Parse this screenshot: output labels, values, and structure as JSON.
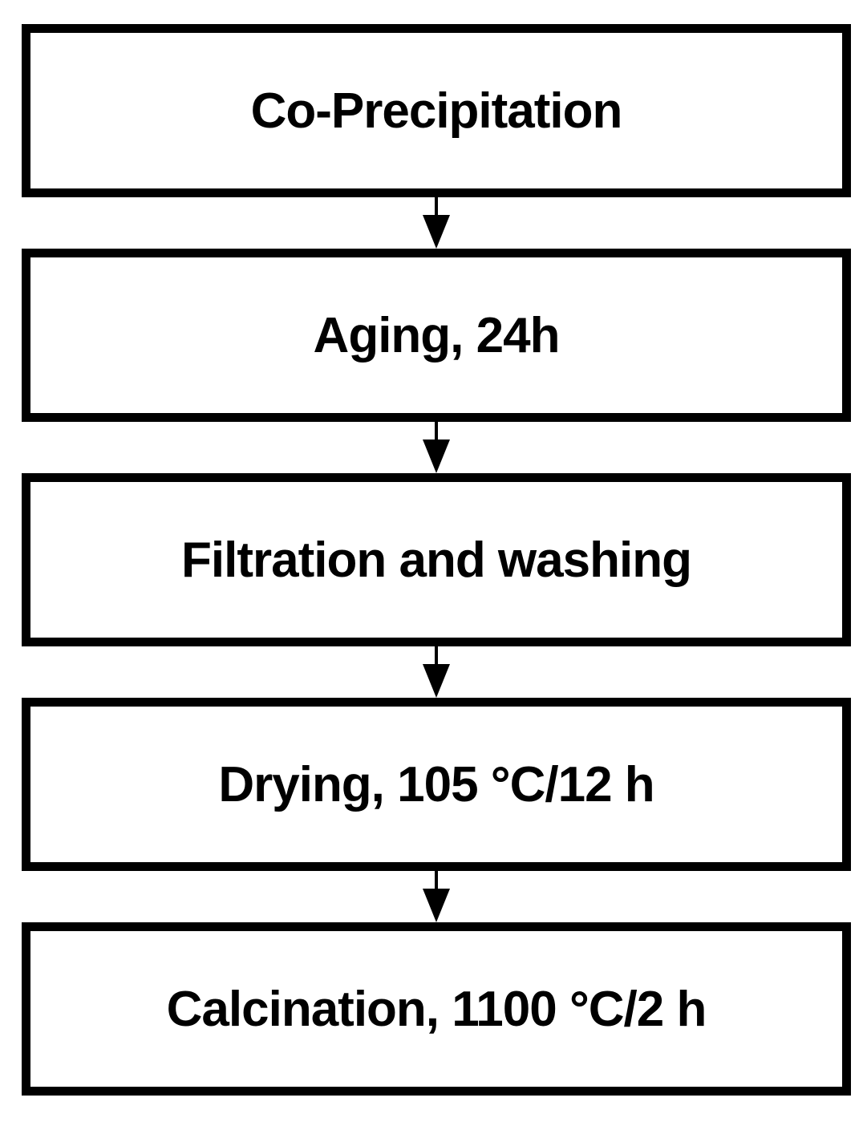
{
  "flowchart": {
    "type": "process-flow-diagram",
    "direction": "top-to-bottom",
    "steps": [
      {
        "label": "Co-Precipitation"
      },
      {
        "label": "Aging, 24h"
      },
      {
        "label": "Filtration and washing"
      },
      {
        "label": "Drying, 105 °C/12 h"
      },
      {
        "label": "Calcination, 1100 °C/2 h"
      }
    ],
    "connector": "down-arrow",
    "colors": {
      "border": "#000000",
      "text": "#000000",
      "background": "#ffffff"
    }
  }
}
